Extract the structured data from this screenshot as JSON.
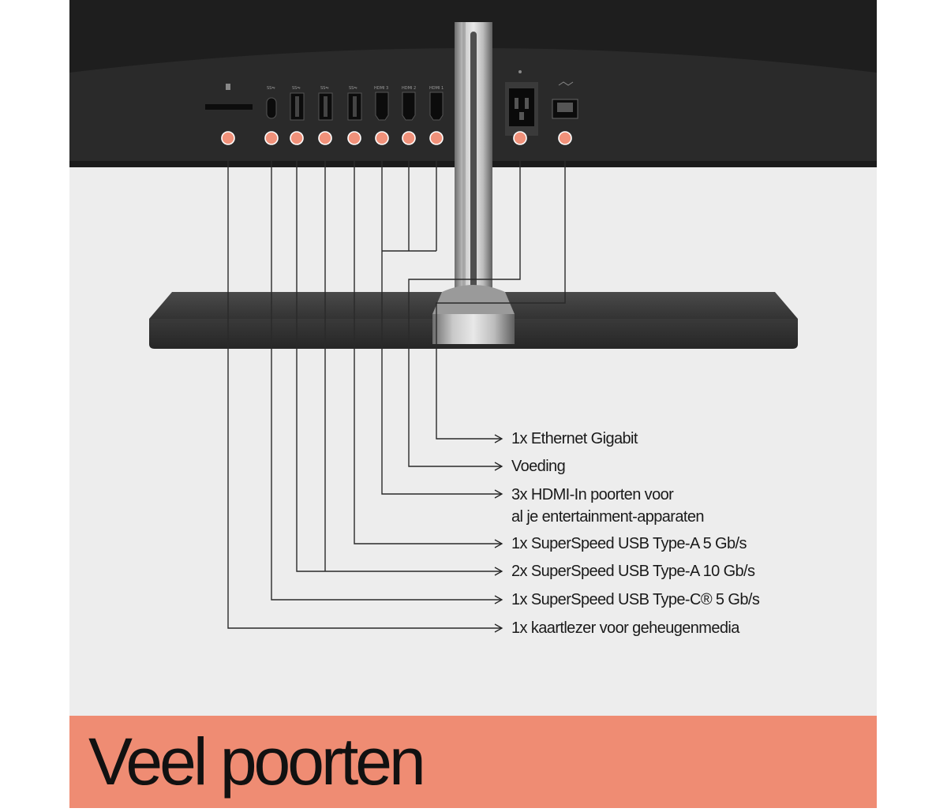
{
  "banner": {
    "title": "Veel poorten",
    "color": "#ef8c73"
  },
  "port_icons": {
    "card_reader": "sd-card-icon",
    "usb": "usb-icon",
    "hdmi": "hdmi-icon",
    "power": "power-socket-icon",
    "ethernet": "ethernet-icon"
  },
  "port_tags": {
    "usb_c": "SS⇋",
    "usb_a1": "SS⇋",
    "usb_a2": "SS⇋",
    "usb_a3": "SS⇋",
    "hdmi1": "HDMI 3",
    "hdmi2": "HDMI 2",
    "hdmi3": "HDMI 1"
  },
  "callouts": [
    {
      "id": "ethernet",
      "lines": [
        "1x Ethernet Gigabit"
      ]
    },
    {
      "id": "power",
      "lines": [
        "Voeding"
      ]
    },
    {
      "id": "hdmi",
      "lines": [
        "3x HDMI-In poorten voor",
        "al je entertainment-apparaten"
      ]
    },
    {
      "id": "usb-a-5",
      "lines": [
        "1x SuperSpeed USB Type-A 5 Gb/s"
      ]
    },
    {
      "id": "usb-a-10",
      "lines": [
        "2x SuperSpeed USB Type-A 10 Gb/s"
      ]
    },
    {
      "id": "usb-c",
      "lines": [
        "1x SuperSpeed USB Type-C® 5 Gb/s"
      ]
    },
    {
      "id": "card-reader",
      "lines": [
        "1x kaartlezer voor geheugenmedia"
      ]
    }
  ],
  "colors": {
    "accent": "#ef8c73",
    "dot": "#f0917a",
    "monitor": "#2b2b2b",
    "background": "#ededed"
  }
}
